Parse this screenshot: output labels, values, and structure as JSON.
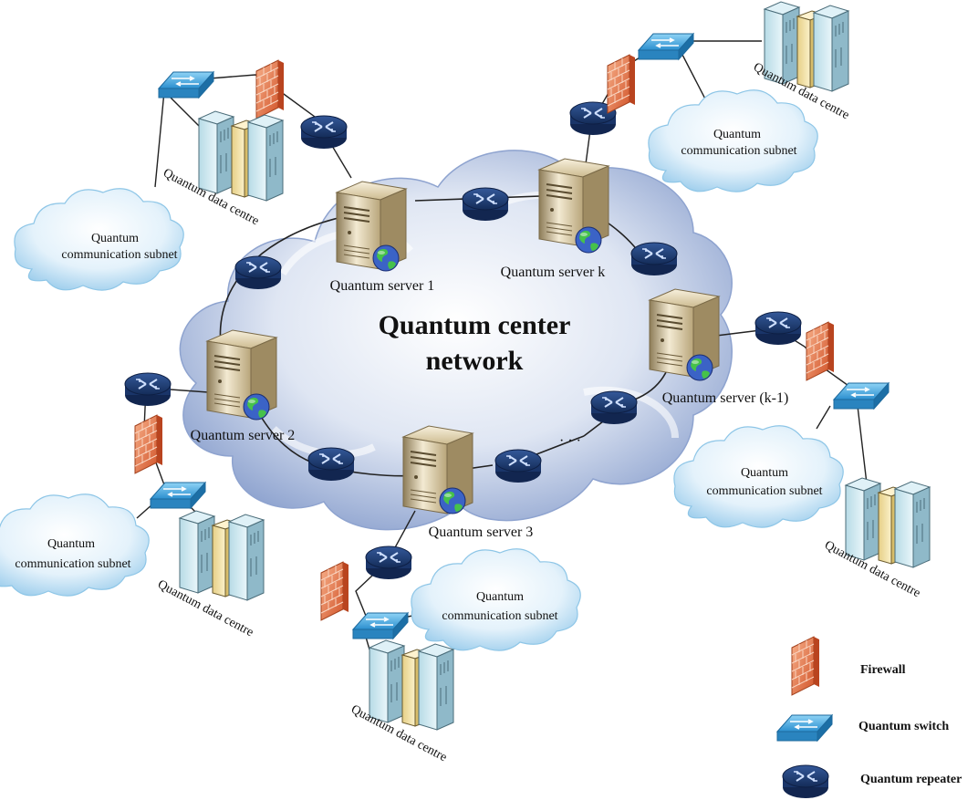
{
  "center": {
    "title_line1": "Quantum center",
    "title_line2": "network"
  },
  "servers": {
    "s1": "Quantum server 1",
    "s2": "Quantum server 2",
    "s3": "Quantum server 3",
    "sk": "Quantum server k",
    "sk1": "Quantum server (k-1)"
  },
  "labels": {
    "subnet_line1": "Quantum",
    "subnet_line2": "communication subnet",
    "subnet_single": "Quantum",
    "data_centre": "Quantum data centre",
    "ellipsis": "· · ·"
  },
  "legend": {
    "firewall": "Firewall",
    "switch": "Quantum switch",
    "repeater": "Quantum repeater"
  },
  "colors": {
    "cloud_center": "#9fb4db",
    "cloud_subnet": "#bfe0f4",
    "repeater": "#1f3f78",
    "switch": "#3fa9e0",
    "firewall": "#e2693a",
    "server": "#d8c8a0"
  },
  "icons": [
    "cloud-icon",
    "server-icon",
    "globe-icon",
    "repeater-icon",
    "switch-icon",
    "firewall-icon",
    "data-centre-icon"
  ]
}
